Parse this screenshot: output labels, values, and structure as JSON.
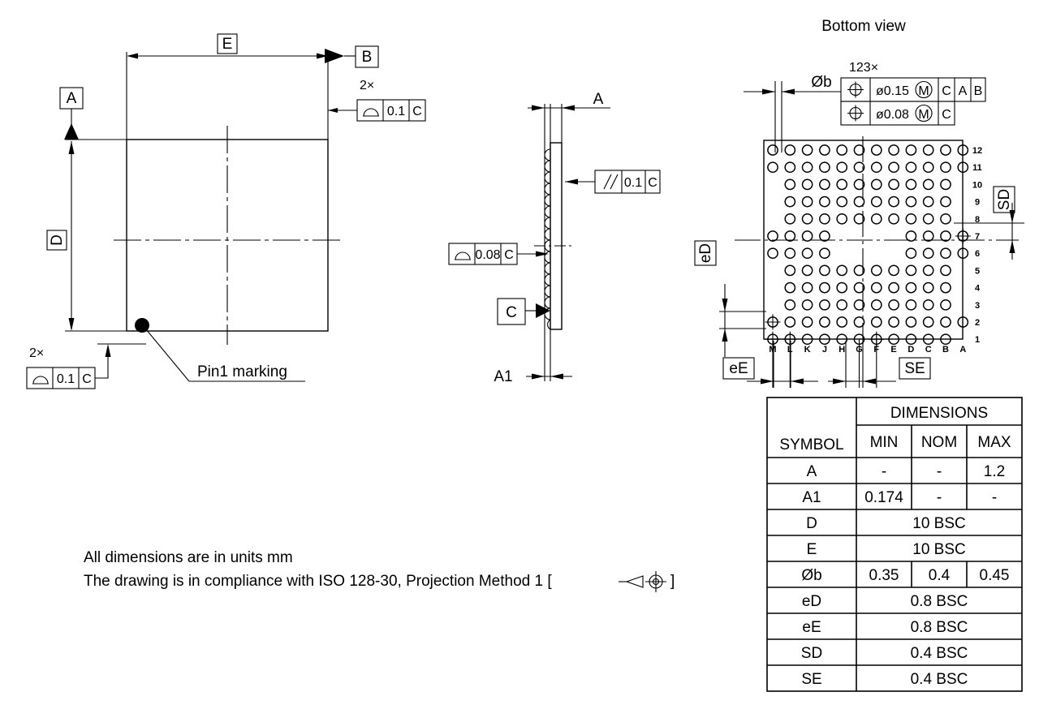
{
  "drawing": {
    "type": "mechanical-package-outline",
    "title_bottom_view": "Bottom view",
    "notes": [
      "All dimensions are in units mm",
      "The drawing is in compliance with ISO 128-30, Projection Method 1 ["
    ],
    "notes_tail": "]",
    "pin1_label": "Pin1 marking"
  },
  "top_view": {
    "dim_E": "E",
    "dim_D": "D",
    "datum_A": "A",
    "datum_B": "B",
    "fcf_top": {
      "multiplier": "2×",
      "symbol": "profile-of-surface",
      "tolerance": "0.1",
      "datum": "C"
    },
    "fcf_bottom": {
      "multiplier": "2×",
      "symbol": "profile-of-surface",
      "tolerance": "0.1",
      "datum": "C"
    }
  },
  "side_view": {
    "dim_A": "A",
    "dim_A1": "A1",
    "datum_C": "C",
    "fcf_parallel": {
      "symbol": "parallelism",
      "tolerance": "0.1",
      "datum": "C"
    },
    "fcf_profile": {
      "symbol": "profile-of-surface",
      "tolerance": "0.08",
      "datum": "C"
    }
  },
  "bottom_view": {
    "ball_count_label": "123×",
    "dim_ball_dia": "Øb",
    "dim_eD": "eD",
    "dim_eE": "eE",
    "dim_SD": "SD",
    "dim_SE": "SE",
    "fcf_position_1": {
      "symbol": "position",
      "tolerance": "ø0.15",
      "modifier": "M",
      "datums": [
        "C",
        "A",
        "B"
      ]
    },
    "fcf_position_2": {
      "symbol": "position",
      "tolerance": "ø0.08",
      "modifier": "M",
      "datums": [
        "C"
      ]
    },
    "column_labels": [
      "M",
      "L",
      "K",
      "J",
      "H",
      "G",
      "F",
      "E",
      "D",
      "C",
      "B",
      "A"
    ],
    "row_labels": [
      "12",
      "11",
      "10",
      "9",
      "8",
      "7",
      "6",
      "5",
      "4",
      "3",
      "2",
      "1"
    ],
    "ball_map": [
      {
        "row": "12",
        "cols": [
          "M",
          "L",
          "K",
          "J",
          "H",
          "G",
          "F",
          "E",
          "D",
          "C",
          "B",
          "A"
        ]
      },
      {
        "row": "11",
        "cols": [
          "M",
          "L",
          "K",
          "J",
          "H",
          "G",
          "F",
          "E",
          "D",
          "C",
          "B",
          "A"
        ]
      },
      {
        "row": "10",
        "cols": [
          "L",
          "K",
          "J",
          "H",
          "G",
          "F",
          "E",
          "D",
          "C",
          "B"
        ]
      },
      {
        "row": "9",
        "cols": [
          "L",
          "K",
          "J",
          "H",
          "G",
          "F",
          "E",
          "D",
          "C",
          "B"
        ]
      },
      {
        "row": "8",
        "cols": [
          "L",
          "K",
          "J",
          "H",
          "G",
          "F",
          "E",
          "D",
          "C",
          "B"
        ]
      },
      {
        "row": "7",
        "cols": [
          "M",
          "L",
          "K",
          "J",
          "D",
          "C",
          "B",
          "A"
        ]
      },
      {
        "row": "6",
        "cols": [
          "M",
          "L",
          "K",
          "J",
          "D",
          "C",
          "B",
          "A"
        ]
      },
      {
        "row": "5",
        "cols": [
          "L",
          "K",
          "J",
          "H",
          "G",
          "F",
          "E",
          "D",
          "C",
          "B"
        ]
      },
      {
        "row": "4",
        "cols": [
          "L",
          "K",
          "J",
          "H",
          "G",
          "F",
          "E",
          "D",
          "C",
          "B"
        ]
      },
      {
        "row": "3",
        "cols": [
          "L",
          "K",
          "J",
          "H",
          "G",
          "F",
          "E",
          "D",
          "C",
          "B"
        ]
      },
      {
        "row": "2",
        "cols": [
          "M",
          "L",
          "K",
          "J",
          "H",
          "G",
          "F",
          "E",
          "D",
          "C",
          "B",
          "A"
        ]
      },
      {
        "row": "1",
        "cols": [
          "M",
          "L",
          "K",
          "J",
          "H",
          "G",
          "F",
          "E",
          "D",
          "C",
          "B"
        ]
      }
    ],
    "target_balls": [
      {
        "row": "7",
        "col": "A"
      },
      {
        "row": "2",
        "col": "M"
      },
      {
        "row": "1",
        "col": "M"
      },
      {
        "row": "1",
        "col": "L"
      },
      {
        "row": "1",
        "col": "F"
      }
    ]
  },
  "table": {
    "header_symbol": "SYMBOL",
    "header_dimensions": "DIMENSIONS",
    "subheaders": [
      "MIN",
      "NOM",
      "MAX"
    ],
    "rows": [
      {
        "symbol": "A",
        "span": false,
        "min": "-",
        "nom": "-",
        "max": "1.2"
      },
      {
        "symbol": "A1",
        "span": false,
        "min": "0.174",
        "nom": "-",
        "max": "-"
      },
      {
        "symbol": "D",
        "span": true,
        "value": "10 BSC"
      },
      {
        "symbol": "E",
        "span": true,
        "value": "10 BSC"
      },
      {
        "symbol": "Øb",
        "span": false,
        "min": "0.35",
        "nom": "0.4",
        "max": "0.45"
      },
      {
        "symbol": "eD",
        "span": true,
        "value": "0.8 BSC"
      },
      {
        "symbol": "eE",
        "span": true,
        "value": "0.8 BSC"
      },
      {
        "symbol": "SD",
        "span": true,
        "value": "0.4 BSC"
      },
      {
        "symbol": "SE",
        "span": true,
        "value": "0.4 BSC"
      }
    ]
  },
  "colors": {
    "line": "#000000",
    "background": "#ffffff"
  }
}
